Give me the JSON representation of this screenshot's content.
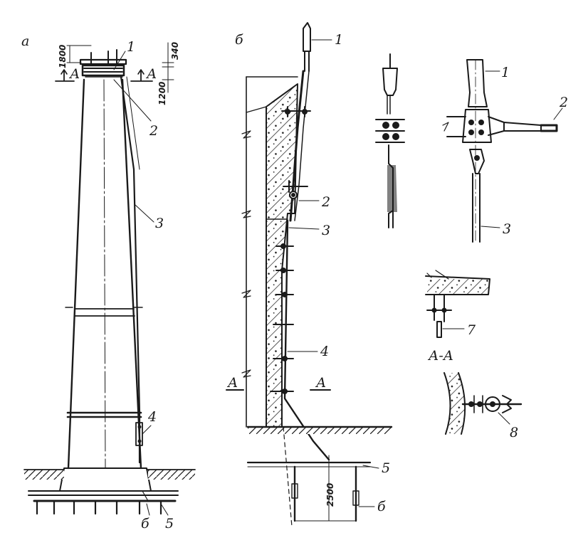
{
  "panels": {
    "a": {
      "letter": "а",
      "callouts": {
        "c1": "1",
        "c2": "2",
        "c3": "3",
        "c4": "4",
        "c5": "5",
        "c6": "б"
      },
      "dims": {
        "d1800": "1800",
        "d340": "340",
        "d1200": "1200"
      },
      "section_left": "А",
      "section_right": "А"
    },
    "b": {
      "letter": "б",
      "callouts": {
        "c1": "1",
        "c2": "2",
        "c3": "3",
        "c4": "4",
        "c5": "5",
        "c6": "б"
      },
      "dims": {
        "d2500": "2500"
      },
      "section_left": "А",
      "section_right": "А"
    },
    "detail1": {
      "callouts": {
        "c1": "1",
        "c2": "2",
        "c3": "3"
      }
    },
    "detail7": {
      "callout": "7"
    },
    "sectionAA": {
      "title": "А-А",
      "callout": "8"
    }
  }
}
